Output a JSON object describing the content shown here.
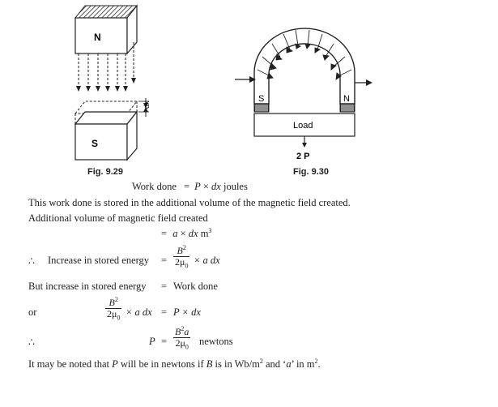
{
  "fig1": {
    "caption": "Fig. 9.29",
    "label_n": "N",
    "label_s": "S",
    "label_dx": "dx"
  },
  "fig2": {
    "caption": "Fig. 9.30",
    "label_s": "S",
    "label_n": "N",
    "label_load": "Load",
    "label_force": "2 P"
  },
  "eq1": {
    "lhs": "Work done",
    "eq": "=",
    "rhs_italic": "P",
    "rhs_times": " × ",
    "rhs_dx": "dx",
    "rhs_unit": " joules"
  },
  "line2": "This work done is stored in the additional volume of the magnetic field created.",
  "line3": "Additional volume of magnetic field created",
  "eq2": {
    "eq": "=",
    "a": "a",
    "times": " × ",
    "dx": "dx",
    "unit": " m",
    "unit_sup": "3"
  },
  "eq3": {
    "therefore": "∴",
    "lhs": "Increase in stored energy",
    "eq": "=",
    "num": "B",
    "num_sup": "2",
    "den": "2μ",
    "den_sub": "0",
    "rest": "× a dx"
  },
  "eq4": {
    "lhs": "But increase in stored energy",
    "eq": "=",
    "rhs": "Work done"
  },
  "eq5": {
    "or": "or",
    "num": "B",
    "num_sup": "2",
    "den": "2μ",
    "den_sub": "0",
    "rest": "× a dx",
    "eq": "=",
    "rhs": "P × dx"
  },
  "eq6": {
    "therefore": "∴",
    "lhs": "P",
    "eq": "=",
    "num": "B",
    "num_sup": "2",
    "num_a": "a",
    "den": "2μ",
    "den_sub": "0",
    "unit": "newtons"
  },
  "note": {
    "p1": "It may be noted that ",
    "P": "P",
    "p2": " will be in newtons if ",
    "B": "B",
    "p3": " is in Wb/m",
    "sup": "2",
    "p4": " and ‘",
    "a": "a",
    "p5": "’ in m",
    "sup2": "2",
    "p6": "."
  }
}
